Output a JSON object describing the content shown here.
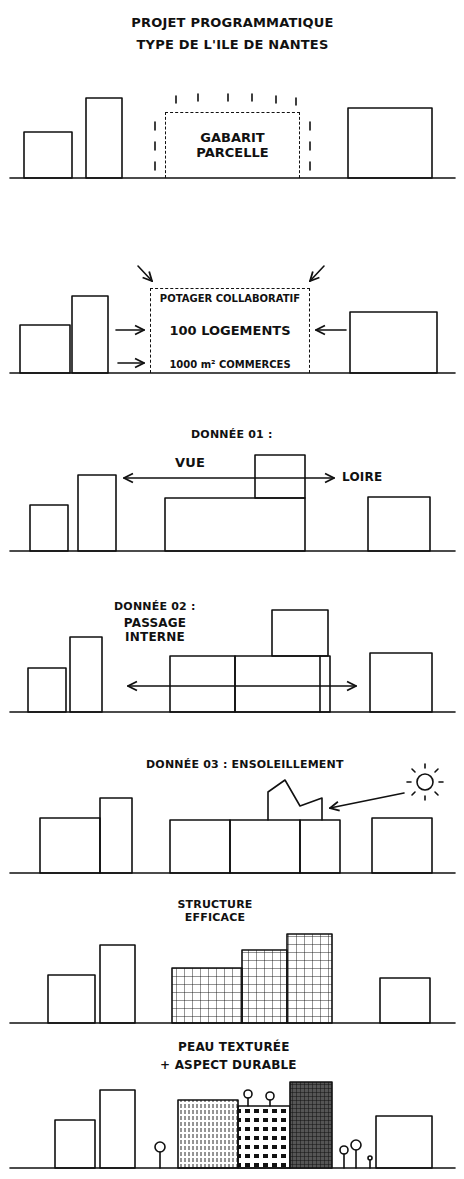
{
  "diagram": {
    "title": "PROJET PROGRAMMATIQUE TYPE DE L'ILE DE NANTES",
    "nodes": [
      {
        "text": [
          "GABARIT PARCELLE"
        ]
      },
      {
        "text": [
          "POTAGER COLLABORATIF",
          "100 LOGEMENTS",
          "1000 m² COMMERCES"
        ]
      }
    ],
    "labels": [
      "DONNÉE 01 :",
      "VUE",
      "LOIRE",
      "DONNÉE 02 :",
      "PASSAGE INTERNE",
      "DONNÉE 03 : ENSOLEILLEMENT",
      "STRUCTURE EFFICACE",
      "PEAU TEXTURÉE",
      "+ ASPECT DURABLE"
    ]
  }
}
